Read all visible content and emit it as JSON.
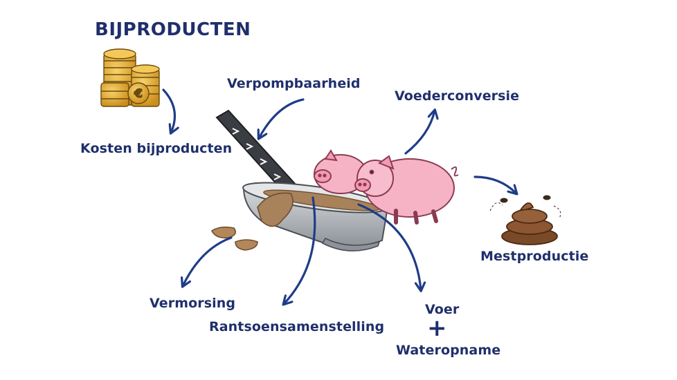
{
  "title": "BIJPRODUCTEN",
  "labels": {
    "kosten": "Kosten bijproducten",
    "verpompbaarheid": "Verpompbaarheid",
    "voederconversie": "Voederconversie",
    "mestproductie": "Mestproductie",
    "vermorsing": "Vermorsing",
    "rantsoen": "Rantsoensamenstelling",
    "voer": "Voer",
    "plus": "+",
    "wateropname": "Wateropname"
  },
  "colors": {
    "text": "#1f2f6b",
    "arrow": "#1f3c88",
    "coin": "#e0a92a",
    "pig": "#f5a9bc",
    "trough": "#b9bdc2",
    "feed": "#a8825b",
    "manure": "#7a4a28"
  },
  "icons": [
    "coin-stack-icon",
    "feed-pipe-icon",
    "feed-trough-icon",
    "pig-icon",
    "manure-icon",
    "fly-icon"
  ]
}
